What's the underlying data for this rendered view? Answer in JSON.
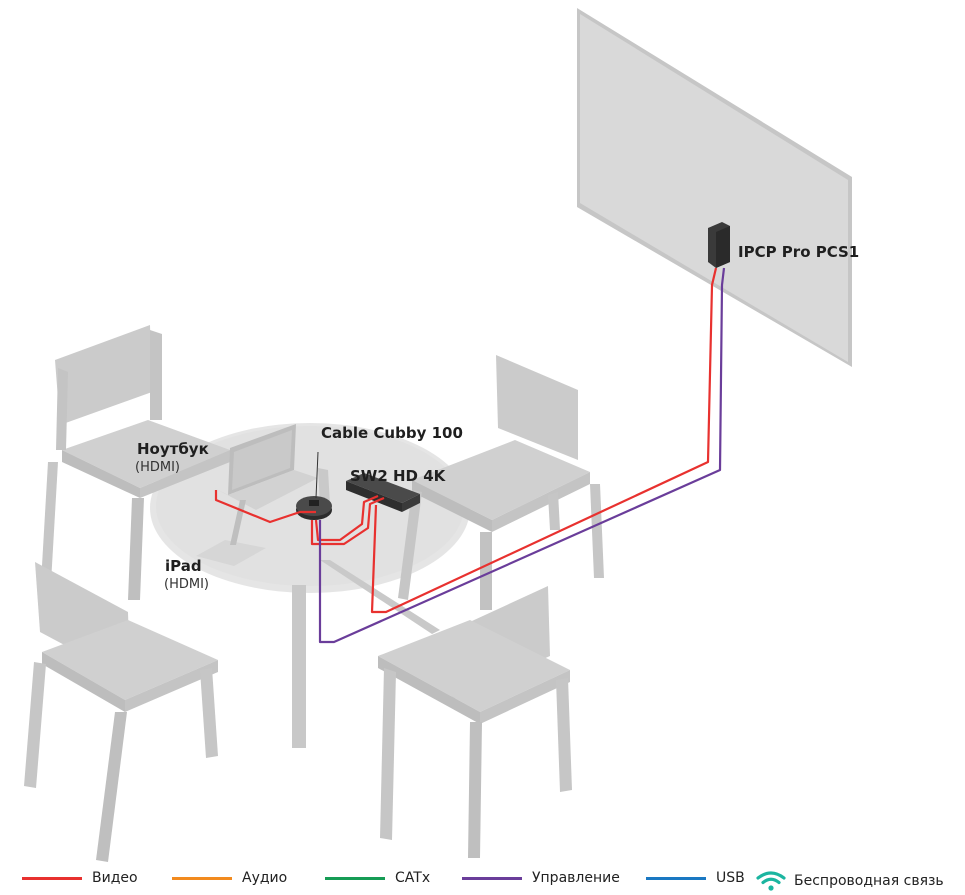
{
  "devices": {
    "ipcp": "IPCP Pro PCS1",
    "cable_cubby": "Cable Cubby 100",
    "switcher": "SW2 HD 4K",
    "laptop": "Ноутбук",
    "laptop_conn": "(HDMI)",
    "ipad": "iPad",
    "ipad_conn": "(HDMI)"
  },
  "legend": [
    {
      "label": "Видео",
      "color": "#e8312f"
    },
    {
      "label": "Аудио",
      "color": "#f28a1e"
    },
    {
      "label": "CATx",
      "color": "#169c55"
    },
    {
      "label": "Управление",
      "color": "#6a3d9a"
    },
    {
      "label": "USB",
      "color": "#1a78c2"
    },
    {
      "label": "Беспроводная связь",
      "icon": "wifi-icon",
      "color": "#1bb5a0"
    }
  ],
  "colors": {
    "video": "#e8312f",
    "control": "#6a3d9a",
    "wifi": "#1bb5a0"
  }
}
